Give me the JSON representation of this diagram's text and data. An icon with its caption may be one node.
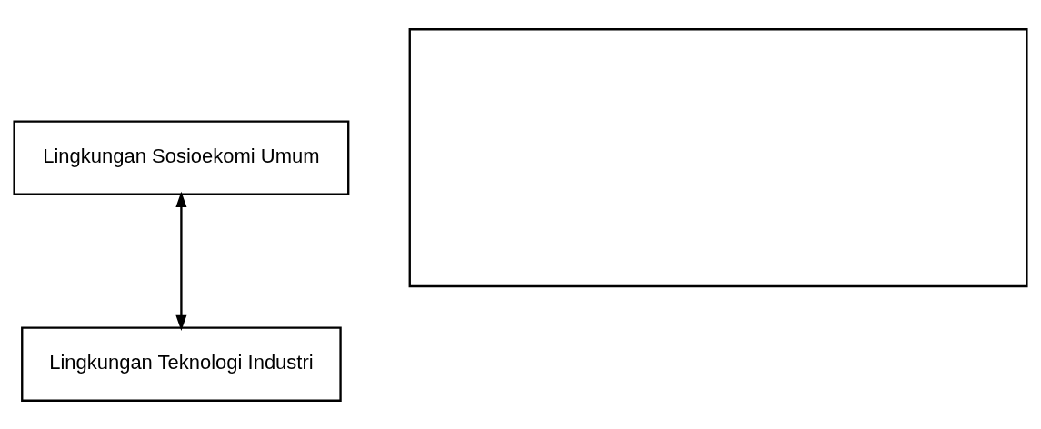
{
  "diagram": {
    "nodes": [
      {
        "text": [
          "Lingkungan Sosioekomi Umum"
        ]
      },
      {
        "text": [
          "Lingkungan Teknologi Industri"
        ]
      },
      {
        "text": [],
        "shape": "box"
      }
    ],
    "edges": [
      {
        "from": 0,
        "to": 1,
        "arrow": "both"
      }
    ]
  }
}
